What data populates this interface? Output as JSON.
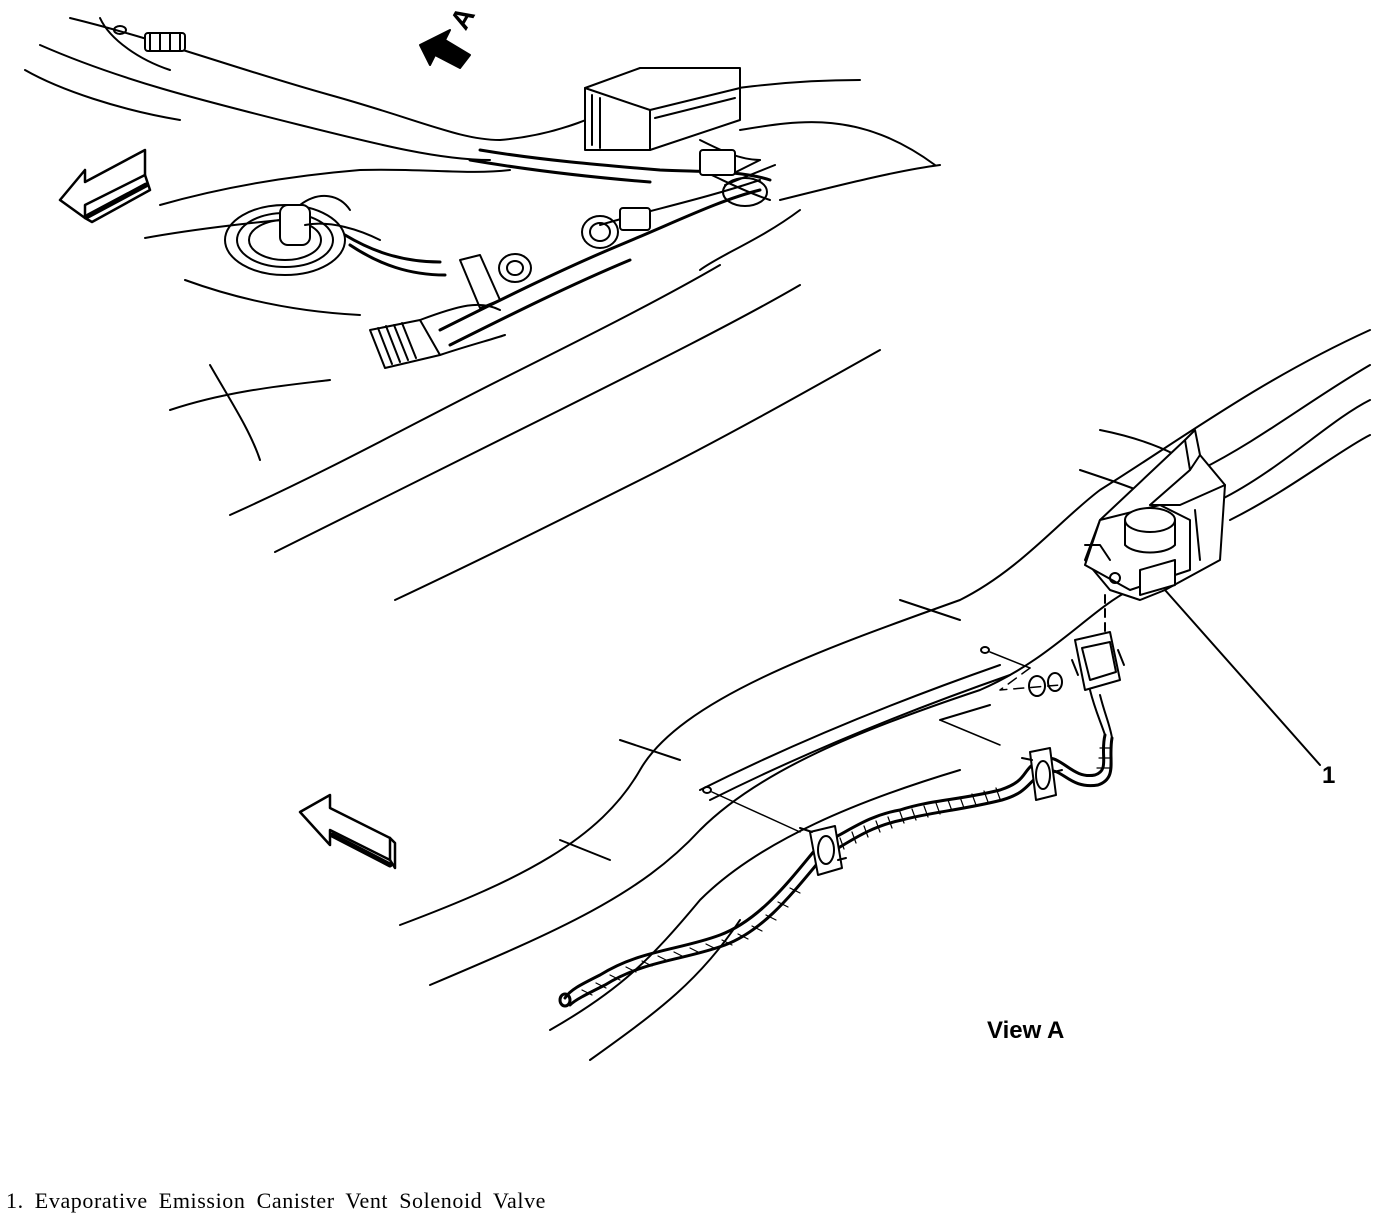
{
  "diagram": {
    "view_marker": "A",
    "view_label": "View A",
    "callout_number": "1"
  },
  "caption": {
    "text": "1. Evaporative Emission Canister Vent Solenoid Valve"
  },
  "colors": {
    "ink": "#000000",
    "paper": "#ffffff"
  }
}
